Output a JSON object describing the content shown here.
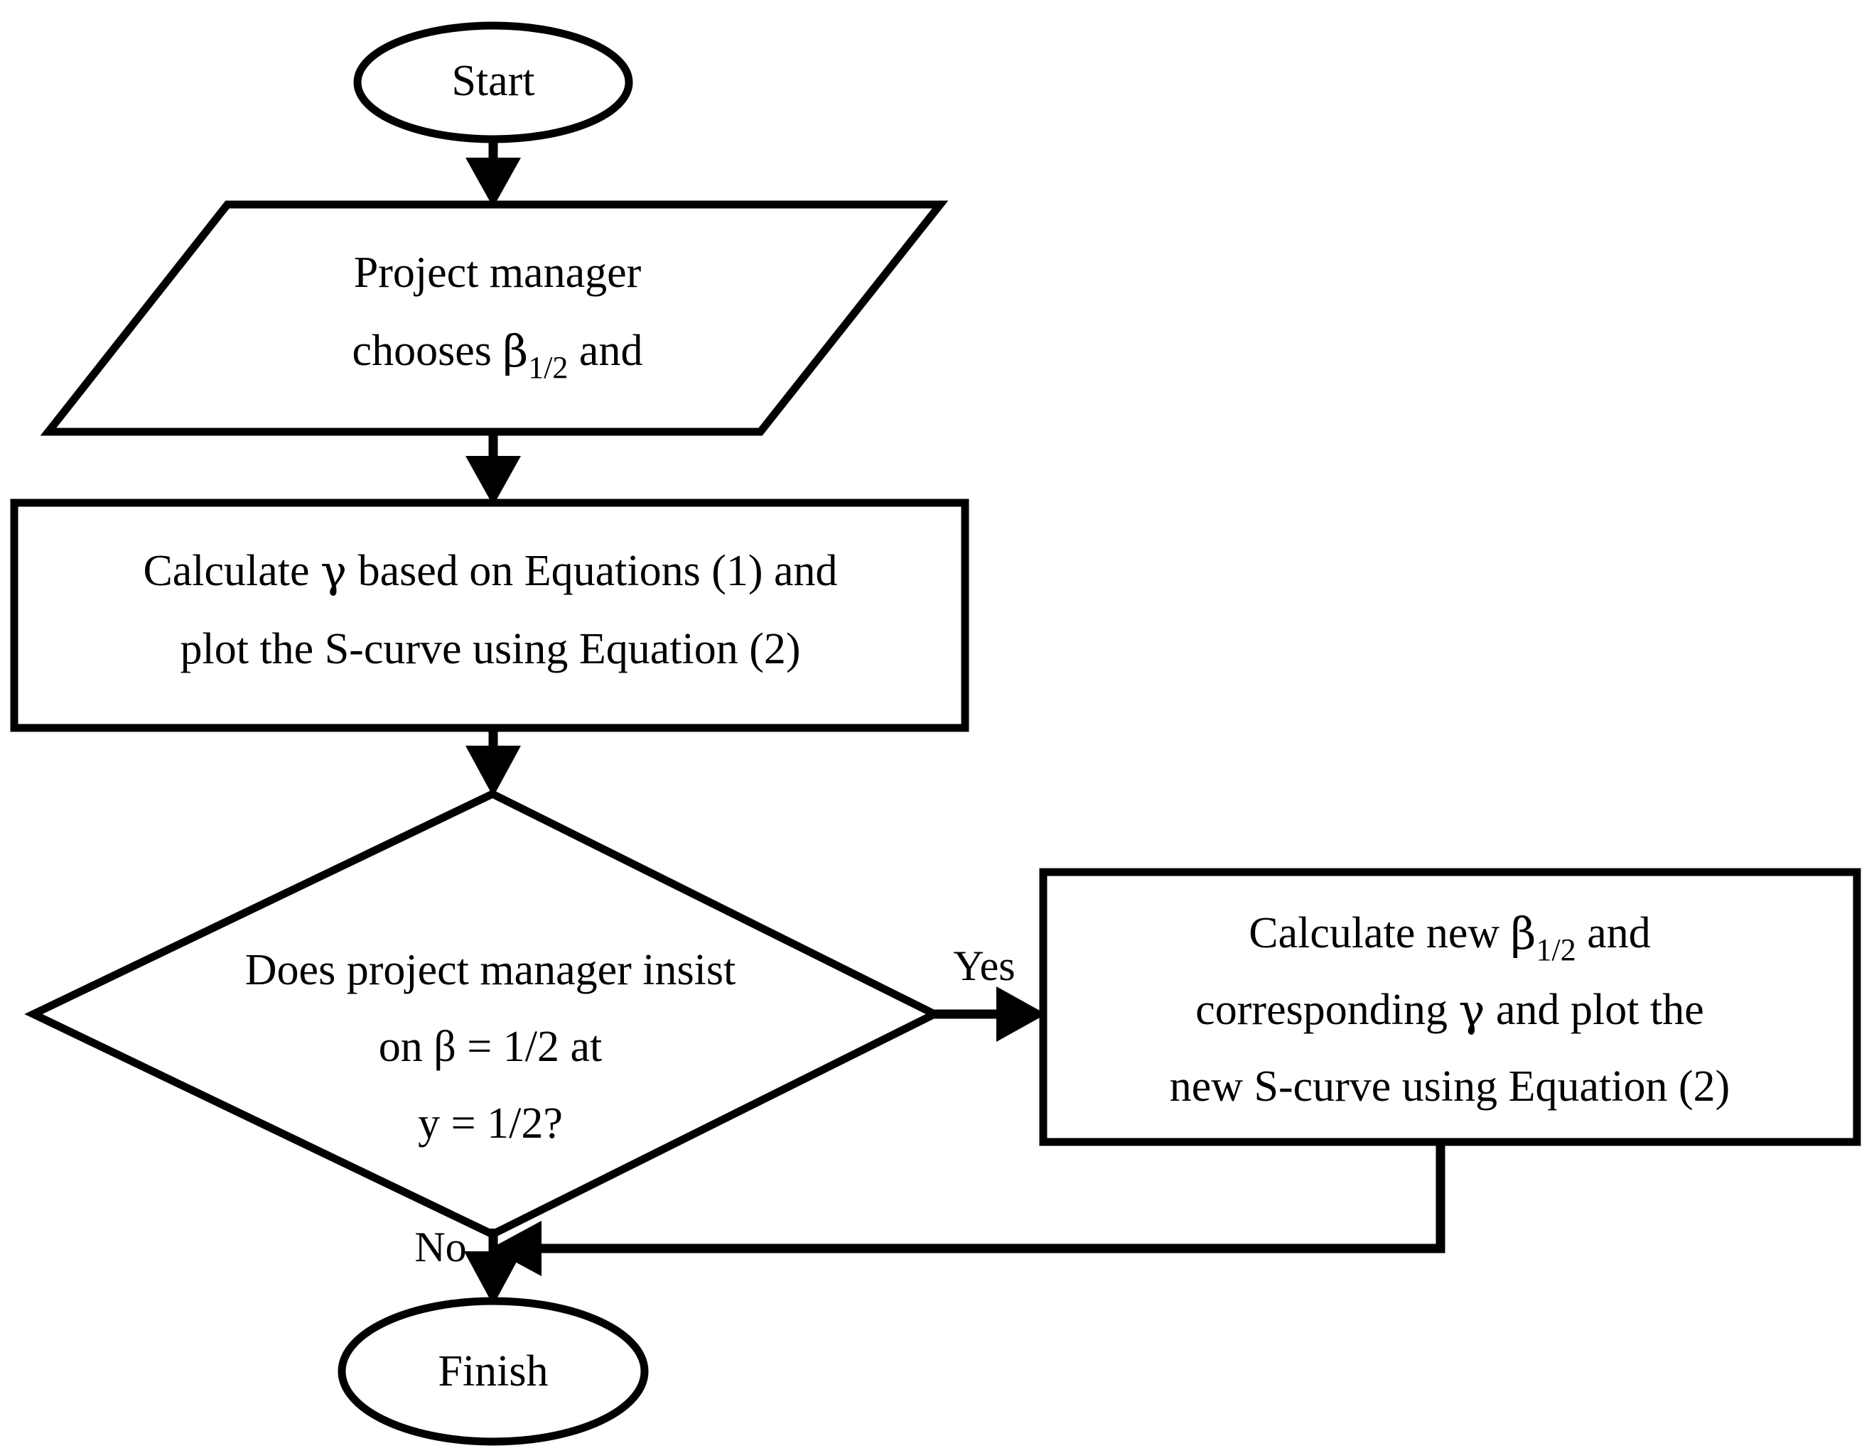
{
  "diagram": {
    "title": "S-curve project management flowchart",
    "type": "flowchart",
    "stroke_color": "#000000",
    "fill_color": "#ffffff",
    "background": "#ffffff"
  },
  "nodes": {
    "start": {
      "shape": "ellipse",
      "label": "Start"
    },
    "input_choose": {
      "shape": "parallelogram",
      "line1": "Project manager",
      "line2_pre": "chooses ",
      "line2_symbol": "β",
      "line2_sub": "1/2",
      "line2_post": " and",
      "full_text": "Project manager chooses β 1/2 and"
    },
    "calc_gamma": {
      "shape": "rectangle",
      "line1_pre": "Calculate ",
      "line1_symbol": "γ",
      "line1_post": " based on Equations (1) and",
      "line2": "plot the S-curve using Equation (2)",
      "full_text": "Calculate γ based on Equations (1) and plot the S-curve using Equation (2)"
    },
    "decision": {
      "shape": "diamond",
      "line1": "Does project manager insist",
      "line2": "on β = 1/2 at",
      "line3": "y = 1/2?",
      "full_text": "Does project manager insist on β = 1/2 at y = 1/2?"
    },
    "calc_new": {
      "shape": "rectangle",
      "line1_pre": "Calculate new ",
      "line1_symbol": "β",
      "line1_sub": "1/2",
      "line1_post": " and",
      "line2_pre": "corresponding ",
      "line2_symbol": "γ",
      "line2_post": " and plot the",
      "line3": "new S-curve using Equation (2)",
      "full_text": "Calculate new β 1/2 and corresponding γ and plot the new S-curve using Equation (2)"
    },
    "finish": {
      "shape": "ellipse",
      "label": "Finish"
    }
  },
  "edge_labels": {
    "yes": "Yes",
    "no": "No"
  }
}
